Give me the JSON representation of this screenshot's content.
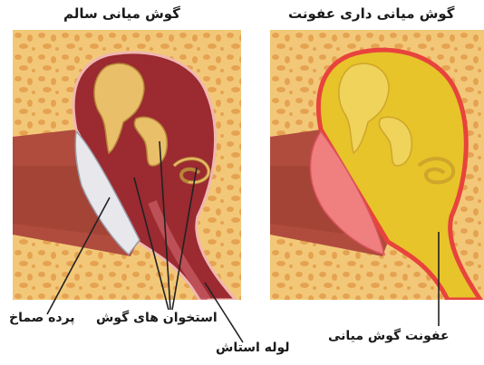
{
  "titles": {
    "healthy": "گوش میانی سالم",
    "infected": "گوش میانی داری عفونت"
  },
  "labels": {
    "eardrum": "پرده صماخ",
    "ossicles": "استخوان های گوش",
    "eustachian_tube": "لوله استاش",
    "middle_ear_infection": "عفونت گوش میانی"
  },
  "colors": {
    "bone": "#f2c878",
    "bone_pores": "#e5a352",
    "canal": "#b04c3e",
    "cavity": "#9b2a31",
    "ossicle": "#e9bf6a",
    "eardrum": "#e8e8ec",
    "pus": "#e6c42a",
    "inflamed_rim": "#e8433c",
    "inflamed_drum": "#f07f80"
  }
}
